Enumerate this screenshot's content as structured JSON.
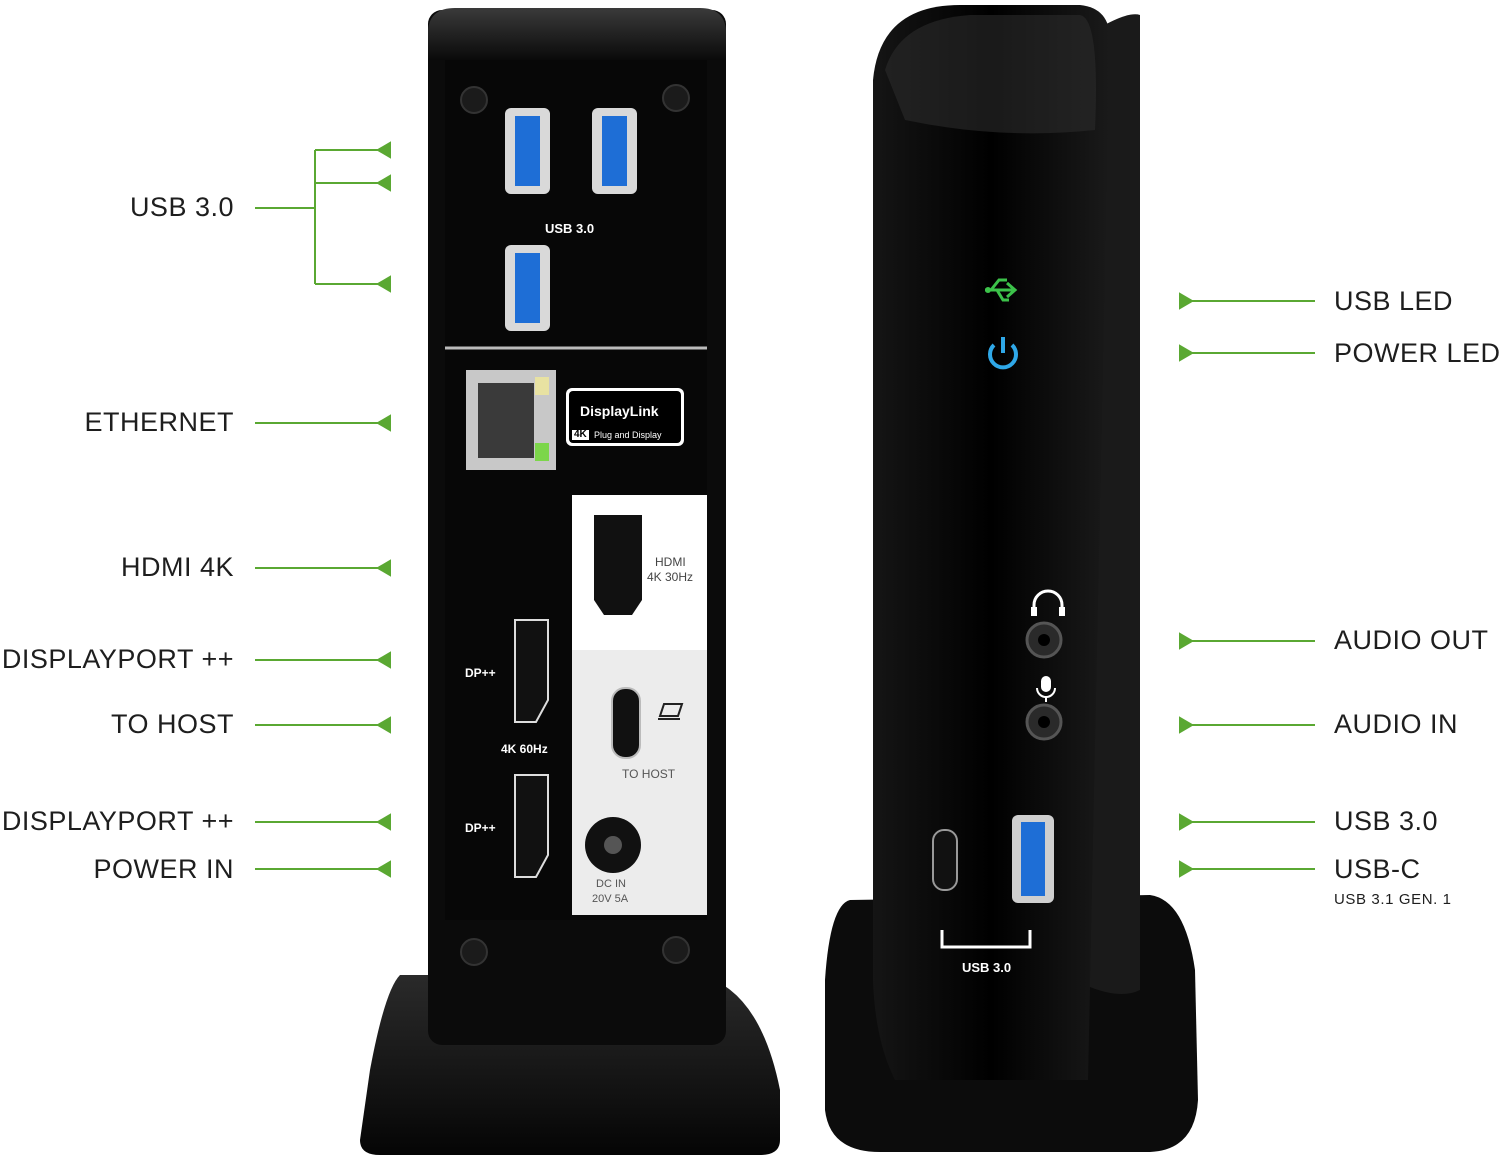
{
  "callouts_left": [
    {
      "id": "usb30-rear",
      "label": "USB 3.0"
    },
    {
      "id": "ethernet",
      "label": "ETHERNET"
    },
    {
      "id": "hdmi",
      "label": "HDMI 4K"
    },
    {
      "id": "dp1",
      "label": "DISPLAYPORT ++"
    },
    {
      "id": "host",
      "label": "TO HOST"
    },
    {
      "id": "dp2",
      "label": "DISPLAYPORT ++"
    },
    {
      "id": "power-in",
      "label": "POWER IN"
    }
  ],
  "callouts_right": [
    {
      "id": "usb-led",
      "label": "USB LED"
    },
    {
      "id": "power-led",
      "label": "POWER LED"
    },
    {
      "id": "audio-out",
      "label": "AUDIO OUT"
    },
    {
      "id": "audio-in",
      "label": "AUDIO IN"
    },
    {
      "id": "usb30-front",
      "label": "USB 3.0"
    },
    {
      "id": "usbc",
      "label": "USB-C",
      "sub": "USB 3.1 GEN. 1"
    }
  ],
  "device_labels": {
    "rear_usb": "USB 3.0",
    "displaylink": "DisplayLink",
    "displaylink_4k": "4K",
    "displaylink_tag": "Plug and Display",
    "hdmi_line1": "HDMI",
    "hdmi_line2": "4K 30Hz",
    "dp_top": "DP++",
    "dp_freq": "4K 60Hz",
    "dp_bottom": "DP++",
    "to_host": "TO HOST",
    "dc_line1": "DC IN",
    "dc_line2": "20V 5A",
    "front_usb": "USB 3.0"
  },
  "colors": {
    "callout_line": "#5aa832",
    "usb_blue": "#1e6ed6",
    "usb_led": "#3cc24a",
    "power_led": "#2fa8e8",
    "device_body": "#0b0b0b"
  },
  "icons": [
    "usb-icon",
    "power-icon",
    "headphone-icon",
    "microphone-icon",
    "laptop-icon"
  ]
}
